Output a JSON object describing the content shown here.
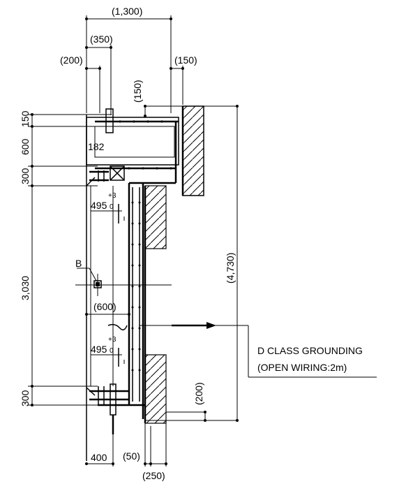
{
  "dims": {
    "overall_width": "(1,300)",
    "d350": "(350)",
    "d200_top": "(200)",
    "d150_right": "(150)",
    "d150_diag": "(150)",
    "d150_left": "150",
    "d600_left": "600",
    "d182": "182",
    "d300_top_left": "300",
    "d495_upper": "495",
    "tol_upper_plus": "+3",
    "tol_upper_zero": "0",
    "d3030": "3,030",
    "d600_mid": "(600)",
    "d495_lower": "495",
    "tol_lower_plus": "+3",
    "tol_lower_zero": "0",
    "d300_bottom_left": "300",
    "d200_bottom": "(200)",
    "d4730": "(4,730)",
    "d400": "400",
    "d50": "(50)",
    "d250": "(250)"
  },
  "labels": {
    "b_marker": "B",
    "grounding_line1": "D CLASS GROUNDING",
    "grounding_line2": "(OPEN WIRING:2m)"
  }
}
